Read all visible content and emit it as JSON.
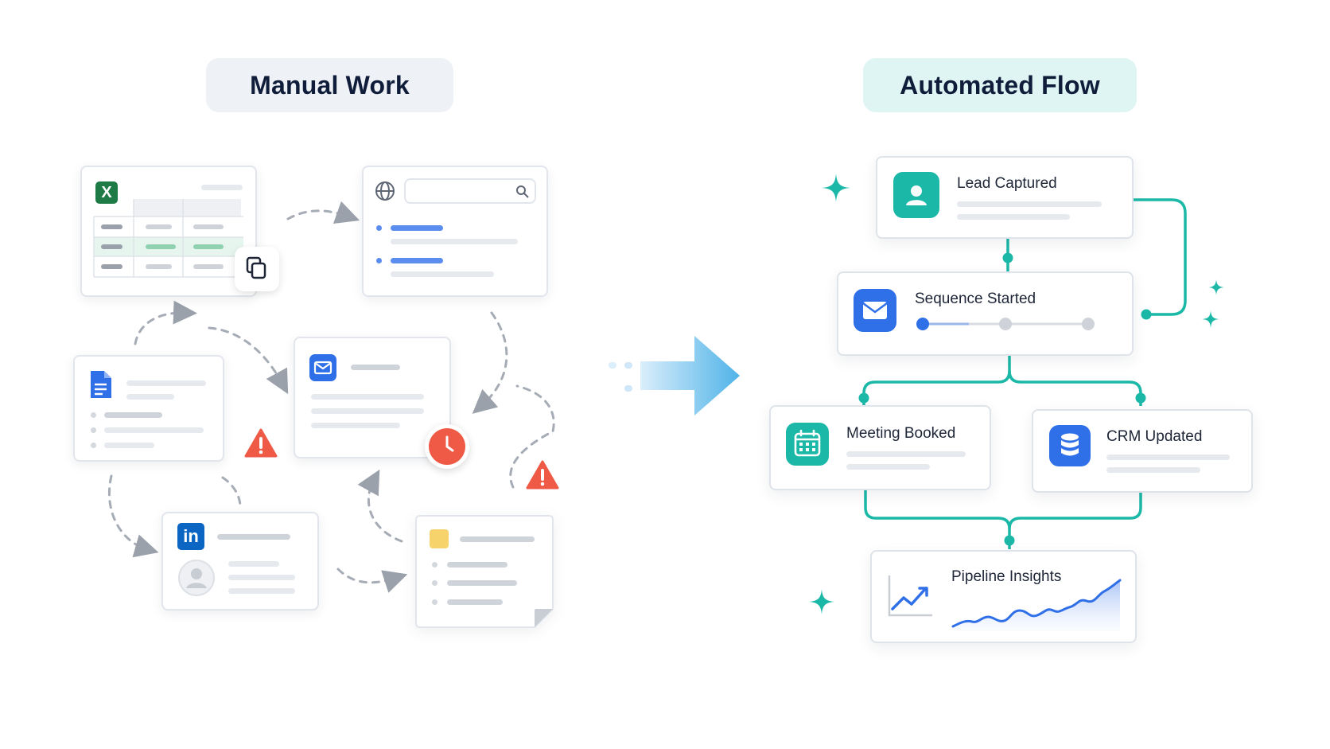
{
  "sections": {
    "manual_title": "Manual Work",
    "automated_title": "Automated Flow"
  },
  "flow_steps": [
    {
      "id": "lead",
      "label": "Lead Captured",
      "icon": "user-icon"
    },
    {
      "id": "sequence",
      "label": "Sequence Started",
      "icon": "mail-icon"
    },
    {
      "id": "meeting",
      "label": "Meeting Booked",
      "icon": "calendar-icon"
    },
    {
      "id": "crm",
      "label": "CRM Updated",
      "icon": "database-icon"
    },
    {
      "id": "insights",
      "label": "Pipeline Insights",
      "icon": "trend-chart-icon"
    }
  ],
  "manual_icons": [
    "excel-icon",
    "copy-icon",
    "globe-icon",
    "search-icon",
    "document-icon",
    "mail-icon",
    "clock-icon",
    "warning-icon",
    "linkedin-icon",
    "avatar-icon",
    "sticky-note-icon"
  ],
  "colors": {
    "accent_teal": "#1bb8a8",
    "brand_blue": "#2f6fe8",
    "warning_red": "#ee5a45",
    "excel_green": "#1e7b45",
    "linkedin_blue": "#0a66c2",
    "sticky_yellow": "#f7d46b",
    "arrow_gradient_start": "#dbeefb",
    "arrow_gradient_end": "#4fb3e8"
  },
  "sequence_progress": 0.0
}
